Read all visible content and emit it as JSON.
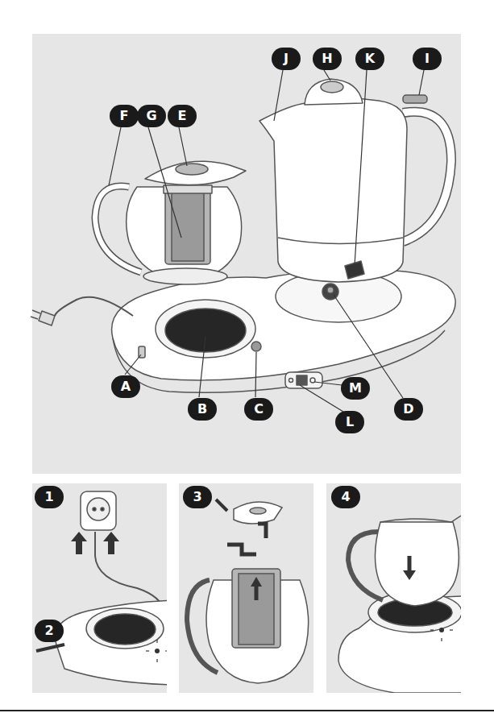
{
  "diagram": {
    "labels": [
      "J",
      "H",
      "K",
      "I",
      "F",
      "G",
      "E",
      "A",
      "B",
      "C",
      "M",
      "L",
      "D",
      "1",
      "2",
      "3",
      "4"
    ]
  }
}
